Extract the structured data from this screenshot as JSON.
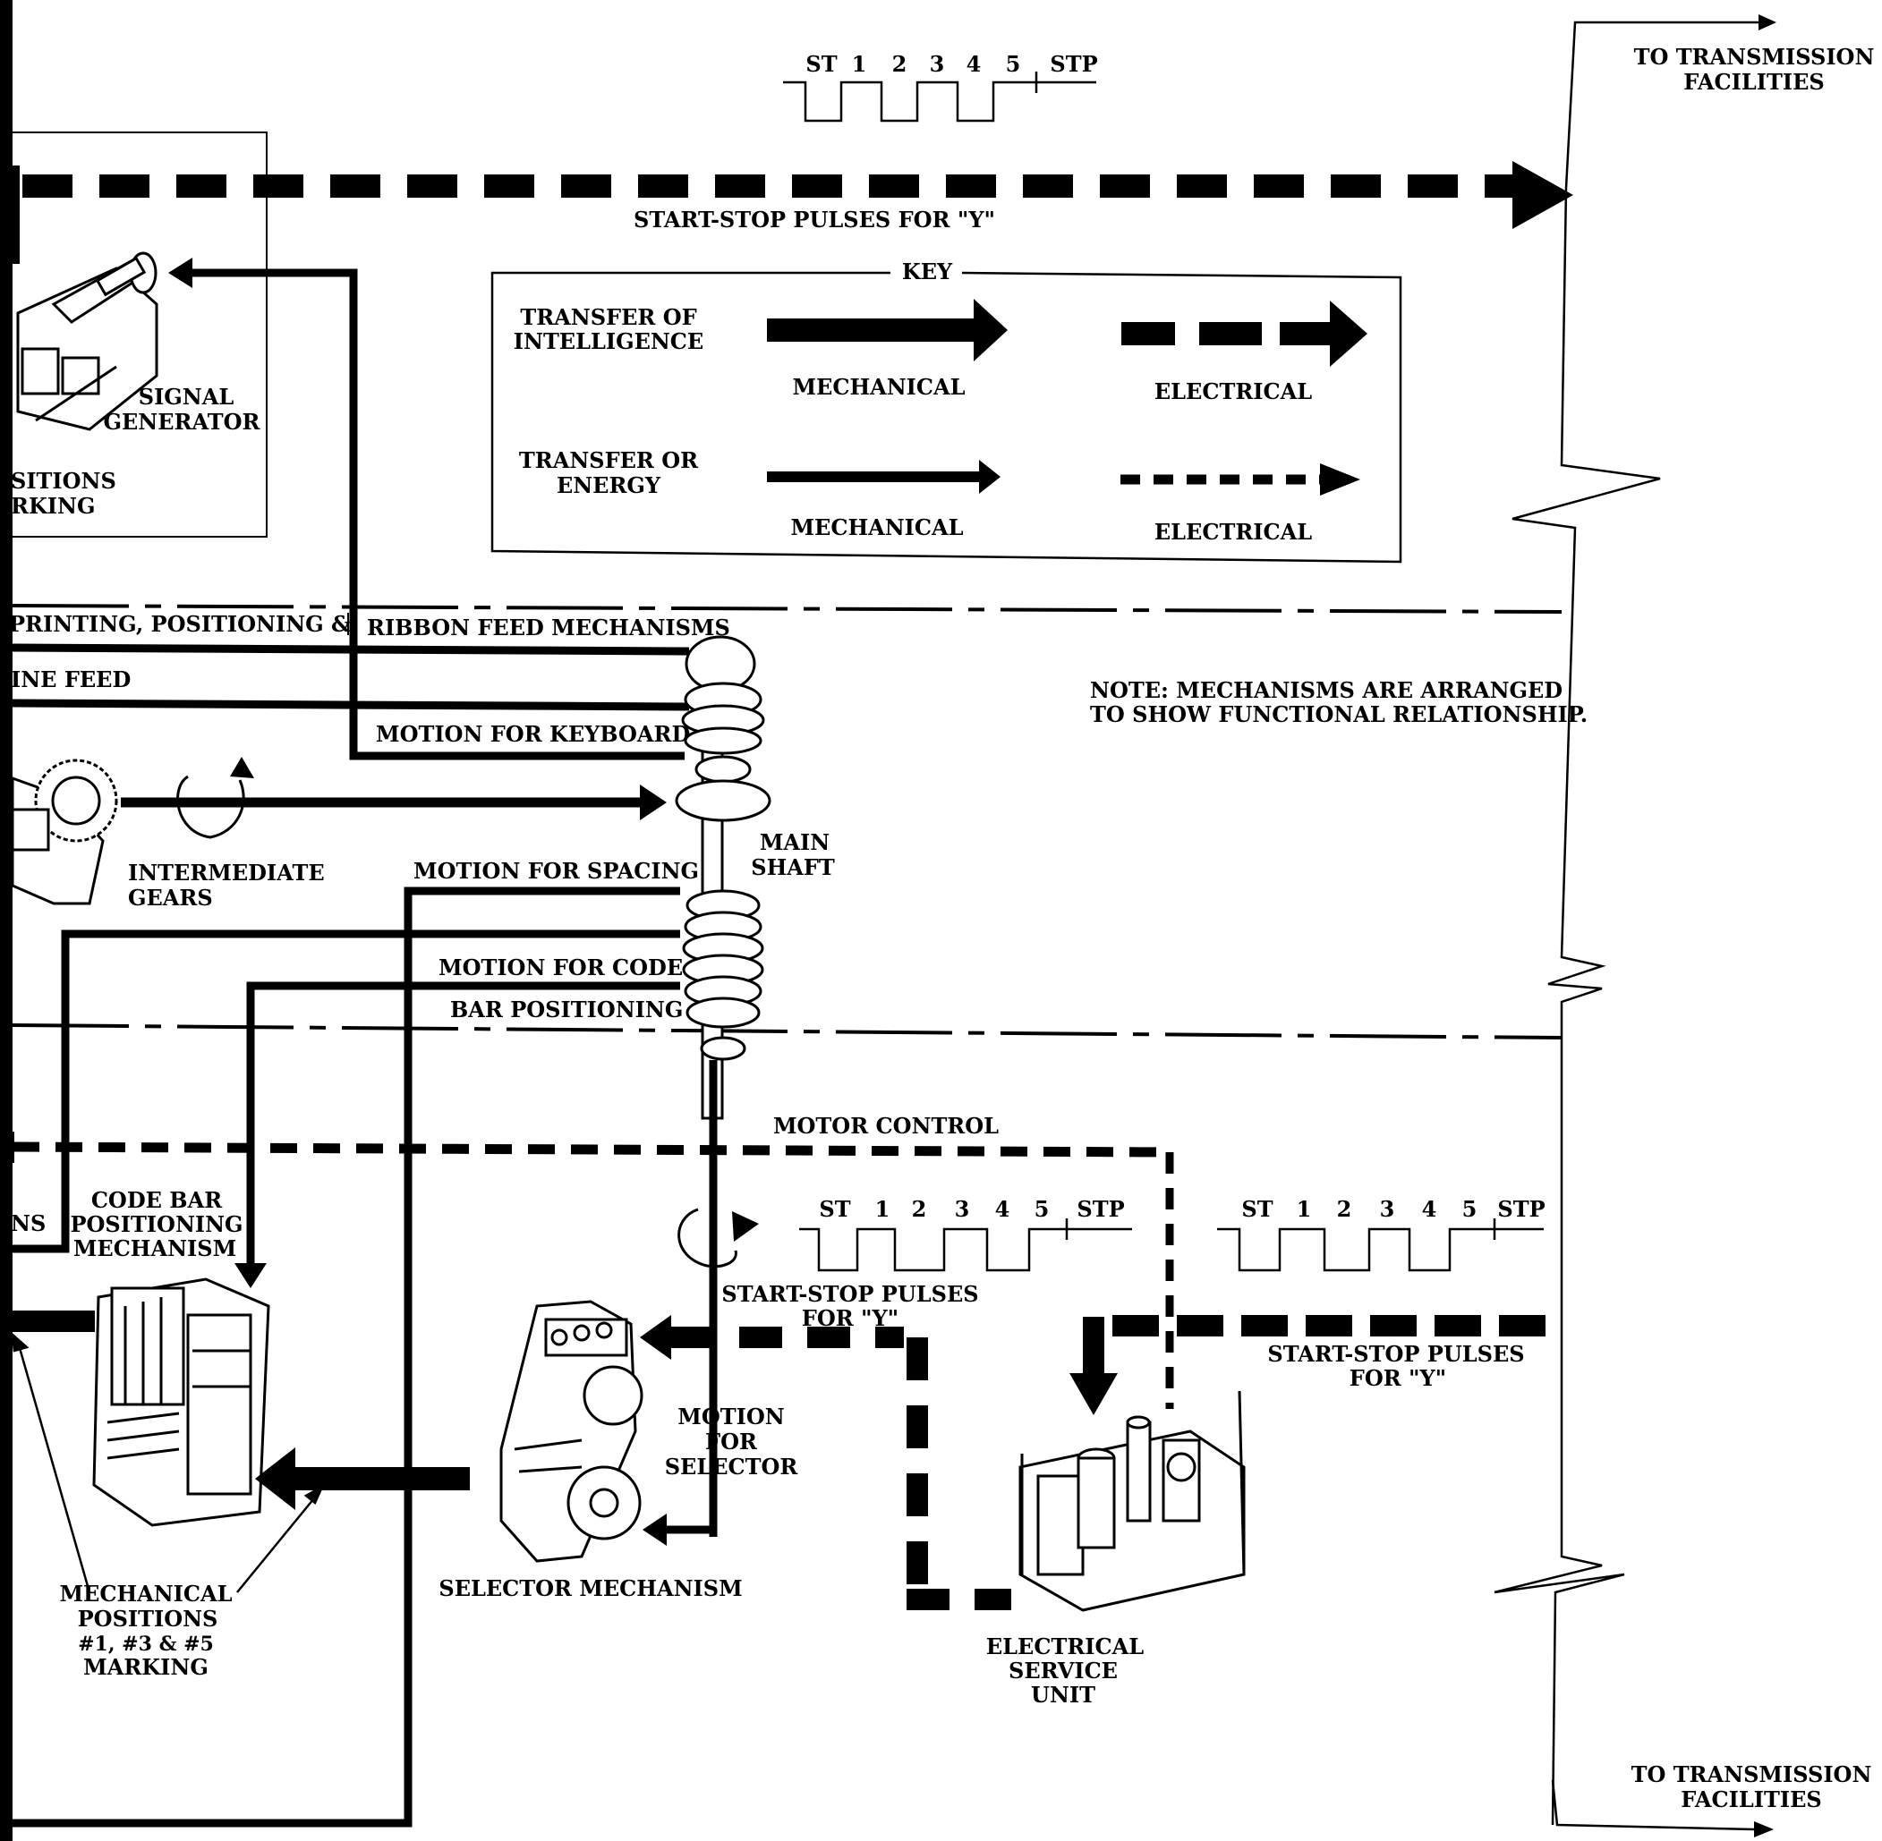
{
  "top_right": {
    "transmission_top_l1": "TO TRANSMISSION",
    "transmission_top_l2": "FACILITIES",
    "transmission_bottom_l1": "TO TRANSMISSION",
    "transmission_bottom_l2": "FACILITIES"
  },
  "pulses": {
    "st": "ST",
    "b1": "1",
    "b2": "2",
    "b3": "3",
    "b4": "4",
    "b5": "5",
    "stp": "STP",
    "top_caption": "START-STOP PULSES FOR \"Y\"",
    "mid_caption_l1": "START-STOP PULSES",
    "mid_caption_l2": "FOR \"Y\"",
    "right_caption_l1": "START-STOP PULSES",
    "right_caption_l2": "FOR \"Y\""
  },
  "key": {
    "title": "KEY",
    "intelligence_l1": "TRANSFER OF",
    "intelligence_l2": "INTELLIGENCE",
    "energy_l1": "TRANSFER OR",
    "energy_l2": "ENERGY",
    "mechanical": "MECHANICAL",
    "electrical": "ELECTRICAL"
  },
  "labels": {
    "signal_generator_l1": "SIGNAL",
    "signal_generator_l2": "GENERATOR",
    "positions_l1": "SITIONS",
    "positions_l2": "RKING",
    "printing": "PRINTING, POSITIONING &",
    "ribbon": "RIBBON FEED MECHANISMS",
    "line_feed": "INE FEED",
    "motion_keyboard": "MOTION FOR KEYBOARD",
    "note_l1": "NOTE:  MECHANISMS ARE ARRANGED",
    "note_l2": "TO SHOW FUNCTIONAL RELATIONSHIP.",
    "main_shaft_l1": "MAIN",
    "main_shaft_l2": "SHAFT",
    "intermediate_l1": "INTERMEDIATE",
    "intermediate_l2": "GEARS",
    "motion_spacing": "MOTION FOR SPACING",
    "motion_code": "MOTION FOR CODE",
    "bar_positioning": "BAR POSITIONING",
    "motor_control": "MOTOR CONTROL",
    "ns": "NS",
    "code_bar_l1": "CODE BAR",
    "code_bar_l2": "POSITIONING",
    "code_bar_l3": "MECHANISM",
    "motion_selector_l1": "MOTION",
    "motion_selector_l2": "FOR",
    "motion_selector_l3": "SELECTOR",
    "selector_mechanism": "SELECTOR MECHANISM",
    "mech_positions_l1": "MECHANICAL",
    "mech_positions_l2": "POSITIONS",
    "mech_positions_l3": "#1, #3 & #5",
    "mech_positions_l4": "MARKING",
    "esu_l1": "ELECTRICAL",
    "esu_l2": "SERVICE",
    "esu_l3": "UNIT"
  },
  "icons": {
    "mechanical_intelligence": "thick-solid-arrow",
    "electrical_intelligence": "thick-dashed-arrow",
    "mechanical_energy": "thin-solid-arrow",
    "electrical_energy": "thin-dashed-arrow",
    "rotation": "rotation-arrow-icon"
  },
  "colors": {
    "ink": "#000000",
    "paper": "#ffffff"
  }
}
